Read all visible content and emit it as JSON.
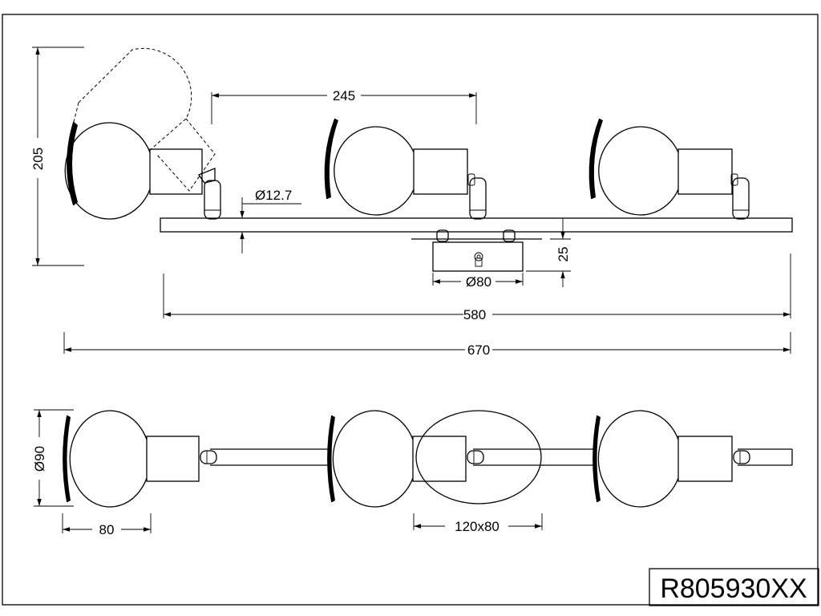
{
  "drawing": {
    "product_code": "R805930XX",
    "dimensions": {
      "spacing": "245",
      "tube_diameter": "Ø12.7",
      "height": "205",
      "base_height": "25",
      "base_diameter": "Ø80",
      "bar_length": "580",
      "overall_length": "670",
      "shade_diameter": "Ø90",
      "shade_depth": "80",
      "base_plate": "120x80"
    }
  }
}
